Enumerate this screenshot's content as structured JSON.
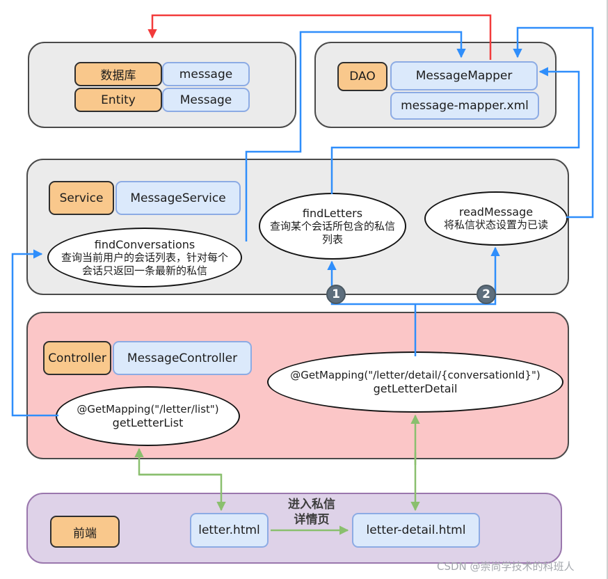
{
  "colors": {
    "arrow_blue": "#2f8efb",
    "arrow_red": "#f23b3b",
    "arrow_green": "#8abf6e",
    "label_orange_fill": "#f9c88c",
    "label_blue_fill": "#dbe9fb",
    "layer_gray_fill": "#ebebeb",
    "layer_pink_fill": "#fbc6c7",
    "layer_purple_fill": "#ded2e8",
    "badge_fill": "#5d6e7d"
  },
  "database_layer": {
    "rows": [
      {
        "label": "数据库",
        "value": "message"
      },
      {
        "label": "Entity",
        "value": "Message"
      }
    ]
  },
  "dao_layer": {
    "label": "DAO",
    "mapper": "MessageMapper",
    "xml": "message-mapper.xml"
  },
  "service_layer": {
    "label": "Service",
    "class": "MessageService",
    "methods": [
      {
        "name": "findConversations",
        "desc": "查询当前用户的会话列表，针对每个会话只返回一条最新的私信"
      },
      {
        "name": "findLetters",
        "desc": "查询某个会话所包含的私信列表"
      },
      {
        "name": "readMessage",
        "desc": "将私信状态设置为已读"
      }
    ]
  },
  "controller_layer": {
    "label": "Controller",
    "class": "MessageController",
    "handlers": [
      {
        "annotation": "@GetMapping(\"/letter/list\")",
        "method": "getLetterList"
      },
      {
        "annotation": "@GetMapping(\"/letter/detail/{conversationId}\")",
        "method": "getLetterDetail"
      }
    ]
  },
  "frontend_layer": {
    "label": "前端",
    "pages": [
      "letter.html",
      "letter-detail.html"
    ],
    "transition": {
      "line1": "进入私信",
      "line2": "详情页"
    }
  },
  "steps": [
    {
      "number": "1"
    },
    {
      "number": "2"
    }
  ],
  "watermark": "CSDN @崇尚学技术的科班人"
}
